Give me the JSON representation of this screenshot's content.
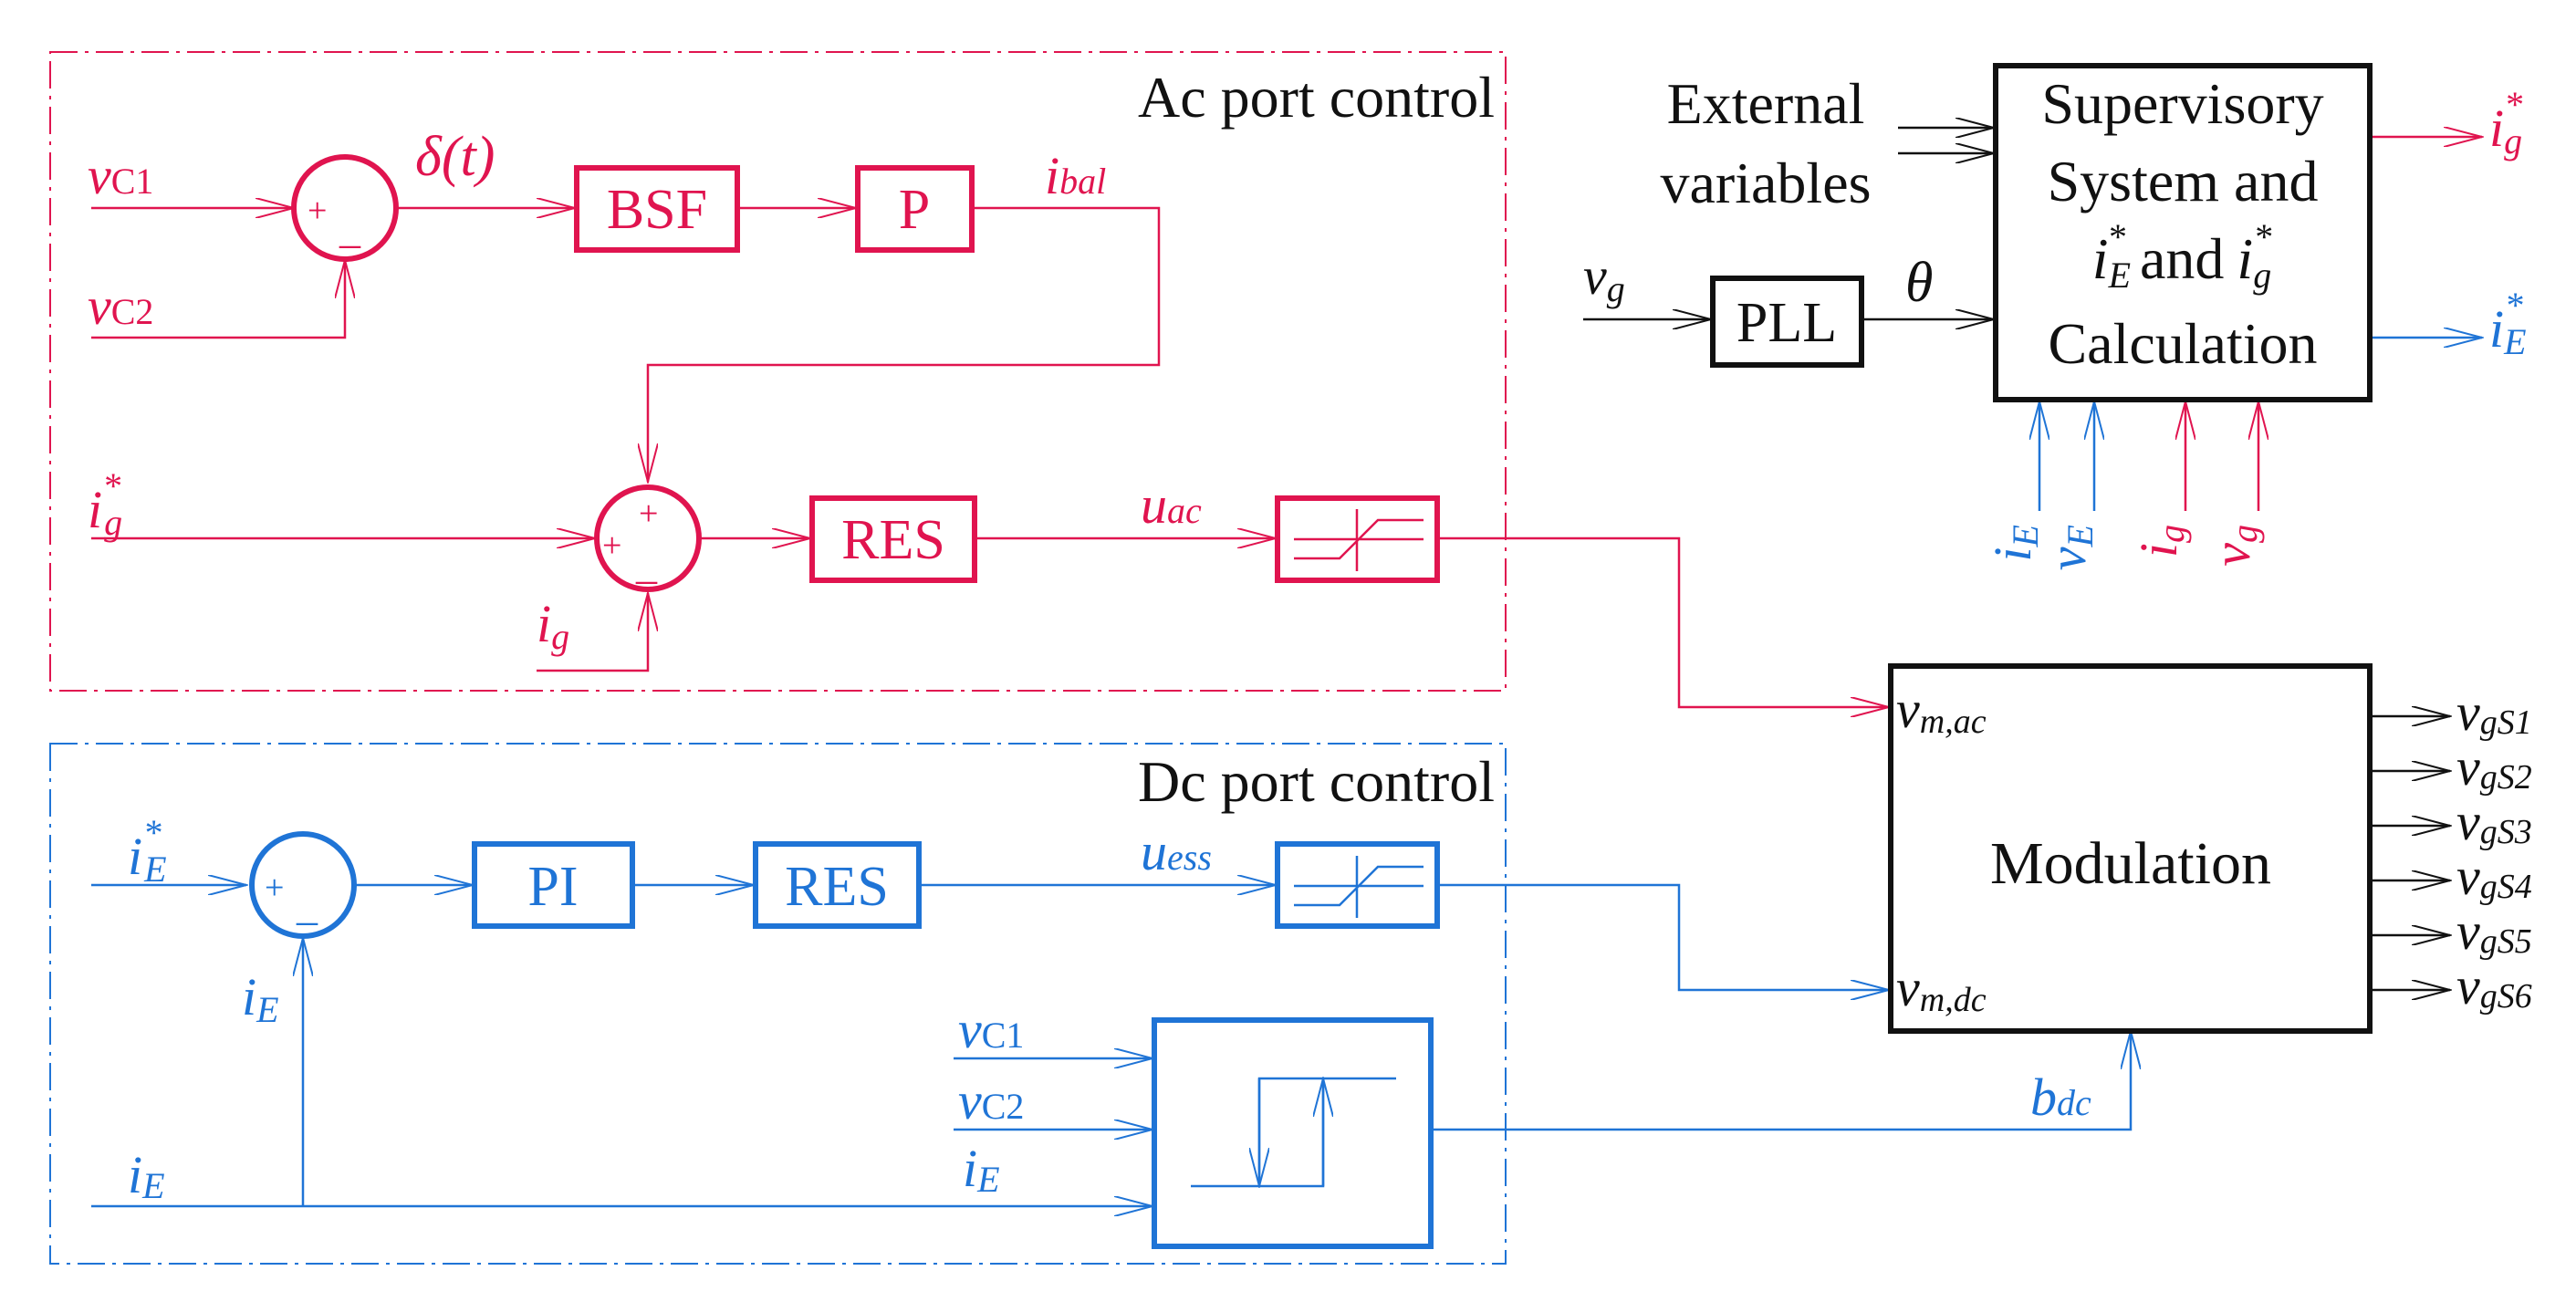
{
  "colors": {
    "ac": "#e0144f",
    "dc": "#1f74d6",
    "black": "#111111",
    "background": "#ffffff"
  },
  "ac_section": {
    "title": "Ac port control",
    "blocks": {
      "bsf": "BSF",
      "p": "P",
      "res": "RES"
    },
    "signals": {
      "vc1": {
        "base": "v",
        "sub": "C1"
      },
      "vc2": {
        "base": "v",
        "sub": "C2"
      },
      "delta": "δ(t)",
      "ibal": {
        "base": "i",
        "sub": "bal"
      },
      "ig_ref": {
        "base": "i",
        "sub": "g",
        "sup": "*"
      },
      "ig": {
        "base": "i",
        "sub": "g"
      },
      "uac": {
        "base": "u",
        "sub": "ac"
      }
    },
    "junction_signs": {
      "sum1_plus": "+",
      "sum1_minus": "_",
      "sum2_top": "+",
      "sum2_left": "+",
      "sum2_bottom": "_"
    }
  },
  "dc_section": {
    "title": "Dc port control",
    "blocks": {
      "pi": "PI",
      "res": "RES"
    },
    "signals": {
      "ie_ref": {
        "base": "i",
        "sub": "E",
        "sup": "*"
      },
      "ie_fb": {
        "base": "i",
        "sub": "E"
      },
      "ie_line": {
        "base": "i",
        "sub": "E"
      },
      "uess": {
        "base": "u",
        "sub": "ess"
      },
      "vc1": {
        "base": "v",
        "sub": "C1"
      },
      "vc2": {
        "base": "v",
        "sub": "C2"
      },
      "ie_in": {
        "base": "i",
        "sub": "E"
      },
      "bdc": {
        "base": "b",
        "sub": "dc"
      }
    },
    "junction_signs": {
      "plus": "+",
      "minus": "_"
    }
  },
  "supervisory": {
    "external_line1": "External",
    "external_line2": "variables",
    "vg_in": {
      "base": "v",
      "sub": "g"
    },
    "pll": "PLL",
    "theta": "θ",
    "title_line1": "Supervisory",
    "title_line2": "System and",
    "title_line3_and": "and",
    "title_line4": "Calculation",
    "ie_ref": {
      "base": "i",
      "sub": "E",
      "sup": "*"
    },
    "ig_ref": {
      "base": "i",
      "sub": "g",
      "sup": "*"
    },
    "out_ig_ref": {
      "base": "i",
      "sub": "g",
      "sup": "*"
    },
    "out_ie_ref": {
      "base": "i",
      "sub": "E",
      "sup": "*"
    },
    "bottom_inputs": [
      {
        "base": "i",
        "sub": "E"
      },
      {
        "base": "v",
        "sub": "E"
      },
      {
        "base": "i",
        "sub": "g"
      },
      {
        "base": "v",
        "sub": "g"
      }
    ]
  },
  "modulation": {
    "title": "Modulation",
    "in_ac": {
      "base": "v",
      "sub": "m,ac"
    },
    "in_dc": {
      "base": "v",
      "sub": "m,dc"
    },
    "outputs": [
      {
        "base": "v",
        "sub": "gS1"
      },
      {
        "base": "v",
        "sub": "gS2"
      },
      {
        "base": "v",
        "sub": "gS3"
      },
      {
        "base": "v",
        "sub": "gS4"
      },
      {
        "base": "v",
        "sub": "gS5"
      },
      {
        "base": "v",
        "sub": "gS6"
      }
    ]
  }
}
